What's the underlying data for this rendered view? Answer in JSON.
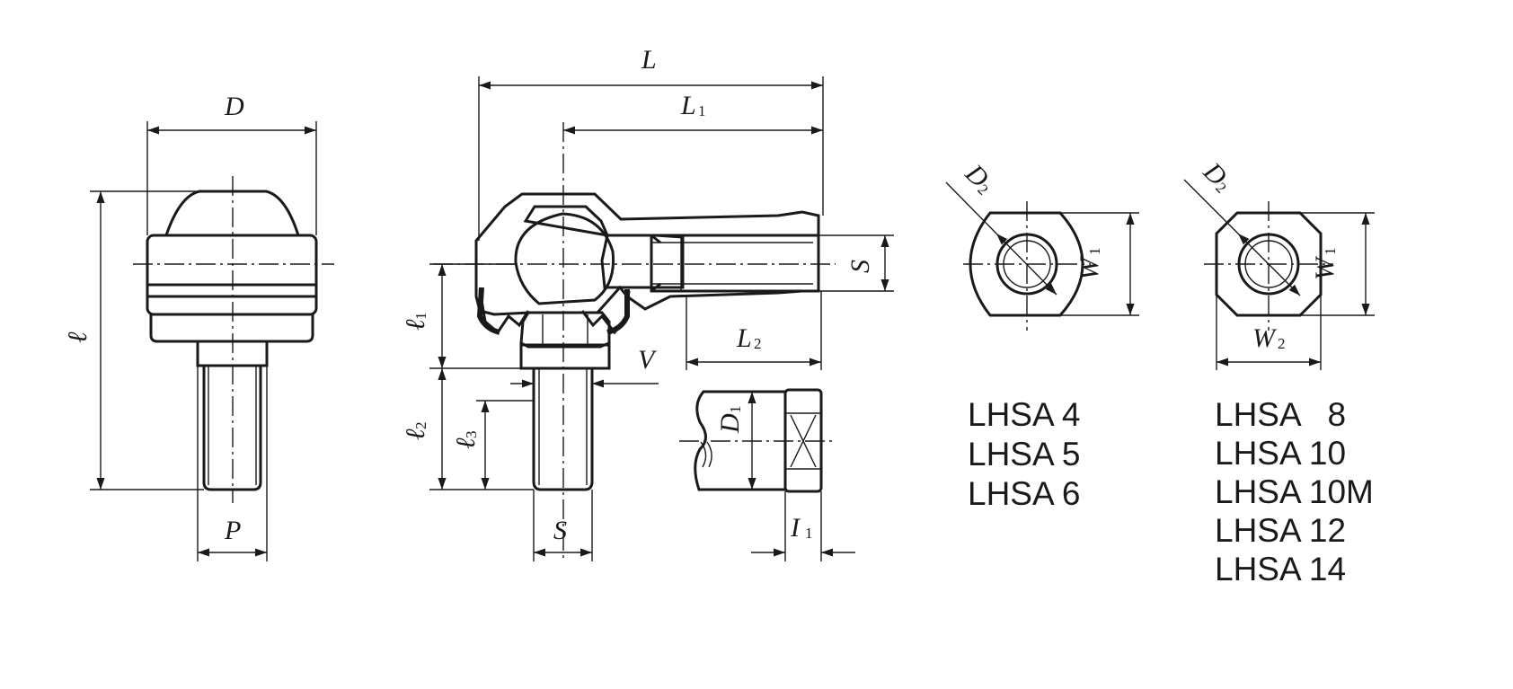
{
  "dimensions": {
    "D": "D",
    "l": "ℓ",
    "P": "P",
    "L": "L",
    "L1": "L",
    "L1_sub": "1",
    "S_side": "S",
    "S_bottom": "S",
    "l1": "ℓ",
    "l1_sub": "1",
    "l2": "ℓ",
    "l2_sub": "2",
    "l3": "ℓ",
    "l3_sub": "3",
    "V": "V",
    "L2": "L",
    "L2_sub": "2",
    "D1": "D",
    "D1_sub": "1",
    "I1": "I",
    "I1_sub": "1",
    "D2_left": "D",
    "D2_left_sub": "2",
    "W1_left": "W",
    "W1_left_sub": "1",
    "D2_right": "D",
    "D2_right_sub": "2",
    "W1_right": "W",
    "W1_right_sub": "1",
    "W2": "W",
    "W2_sub": "2"
  },
  "models_round": [
    "LHSA 4",
    "LHSA 5",
    "LHSA 6"
  ],
  "models_octagonal": [
    "LHSA   8",
    "LHSA 10",
    "LHSA 10M",
    "LHSA 12",
    "LHSA 14"
  ]
}
